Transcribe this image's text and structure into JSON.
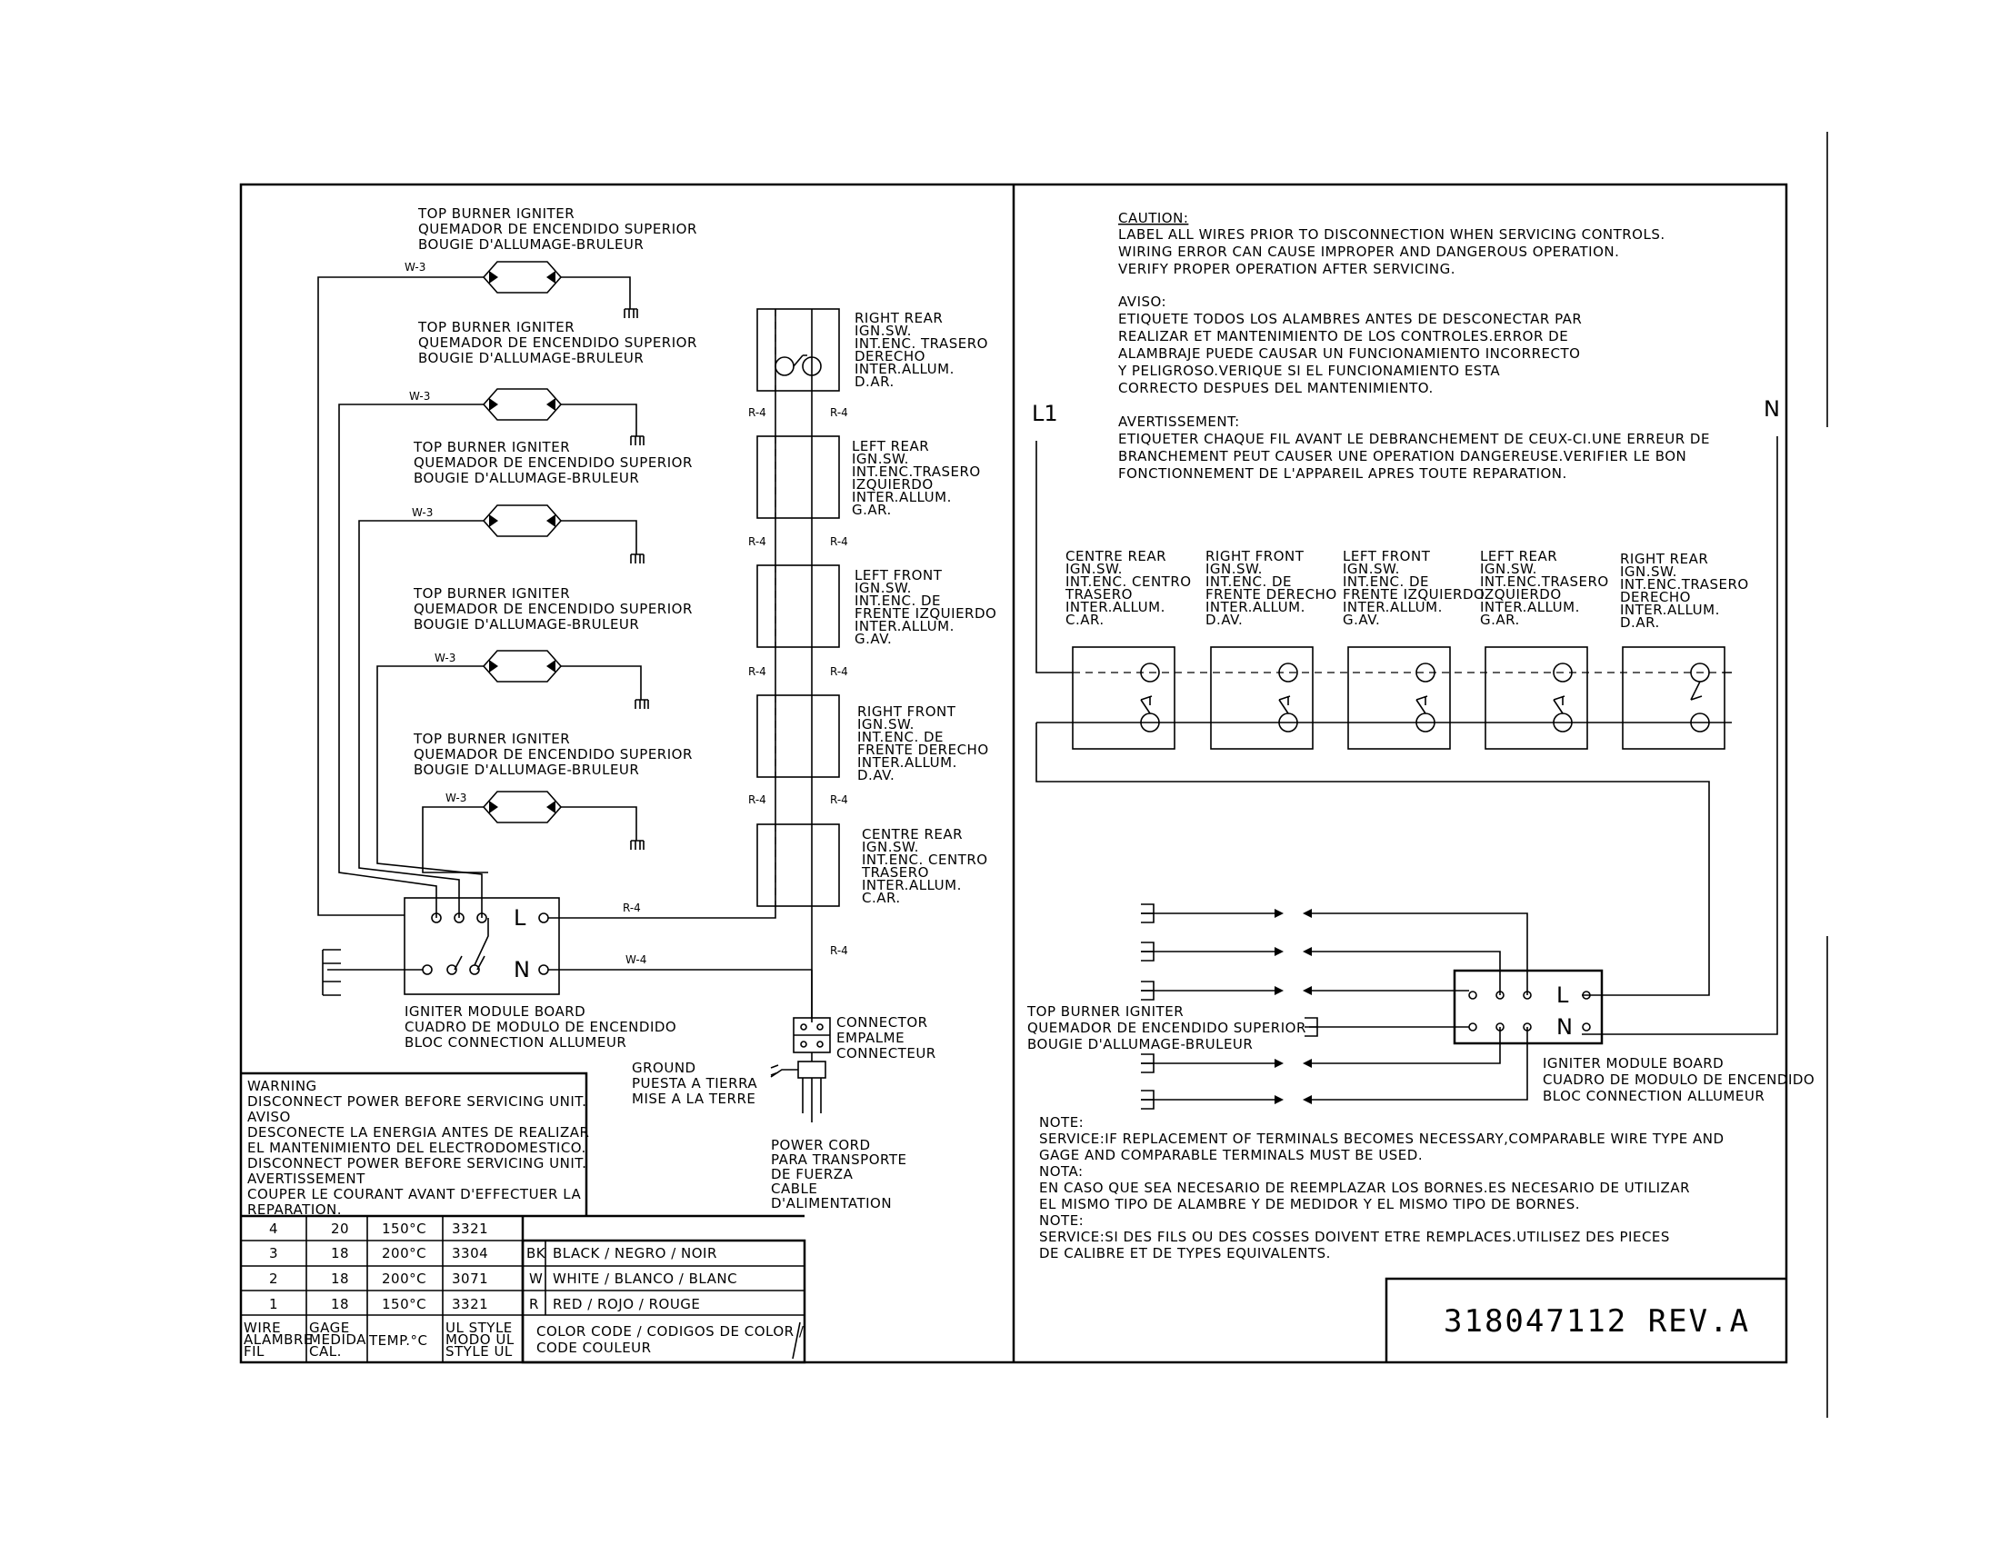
{
  "left": {
    "igniters": [
      {
        "lines": [
          "TOP BURNER IGNITER",
          "QUEMADOR DE ENCENDIDO SUPERIOR",
          "BOUGIE D'ALLUMAGE-BRULEUR"
        ],
        "wire": "W-3"
      },
      {
        "lines": [
          "TOP BURNER IGNITER",
          "QUEMADOR DE ENCENDIDO SUPERIOR",
          "BOUGIE D'ALLUMAGE-BRULEUR"
        ],
        "wire": "W-3"
      },
      {
        "lines": [
          "TOP BURNER IGNITER",
          "QUEMADOR DE ENCENDIDO SUPERIOR",
          "BOUGIE D'ALLUMAGE-BRULEUR"
        ],
        "wire": "W-3"
      },
      {
        "lines": [
          "TOP BURNER IGNITER",
          "QUEMADOR DE ENCENDIDO SUPERIOR",
          "BOUGIE D'ALLUMAGE-BRULEUR"
        ],
        "wire": "W-3"
      },
      {
        "lines": [
          "TOP BURNER IGNITER",
          "QUEMADOR DE ENCENDIDO SUPERIOR",
          "BOUGIE D'ALLUMAGE-BRULEUR"
        ],
        "wire": "W-3"
      }
    ],
    "switches": [
      {
        "lines": [
          "RIGHT REAR",
          "IGN.SW.",
          "INT.ENC. TRASERO",
          "DERECHO",
          "INTER.ALLUM.",
          "D.AR."
        ]
      },
      {
        "lines": [
          "LEFT REAR",
          "IGN.SW.",
          "INT.ENC.TRASERO",
          "IZQUIERDO",
          "INTER.ALLUM.",
          "G.AR."
        ]
      },
      {
        "lines": [
          "LEFT FRONT",
          "IGN.SW.",
          "INT.ENC.  DE",
          "FRENTE IZQUIERDO",
          "INTER.ALLUM.",
          "G.AV."
        ]
      },
      {
        "lines": [
          "RIGHT FRONT",
          "IGN.SW.",
          "INT.ENC.  DE",
          "FRENTE DERECHO",
          "INTER.ALLUM.",
          "D.AV."
        ]
      },
      {
        "lines": [
          "CENTRE REAR",
          "IGN.SW.",
          "INT.ENC.  CENTRO",
          "TRASERO",
          "INTER.ALLUM.",
          "C.AR."
        ]
      }
    ],
    "wire_r4": "R-4",
    "wire_w4": "W-4",
    "module_l": "L",
    "module_n": "N",
    "module_lines": [
      "IGNITER MODULE BOARD",
      "CUADRO DE MODULO DE ENCENDIDO",
      "BLOC CONNECTION ALLUMEUR"
    ],
    "connector_lines": [
      "CONNECTOR",
      "EMPALME",
      "CONNECTEUR"
    ],
    "ground_lines": [
      "GROUND",
      "PUESTA A TIERRA",
      "MISE A LA TERRE"
    ],
    "cord_lines": [
      "POWER CORD",
      "PARA TRANSPORTE",
      "DE FUERZA",
      "CABLE",
      "D'ALIMENTATION"
    ],
    "warning_lines": [
      "WARNING",
      "DISCONNECT POWER BEFORE SERVICING UNIT.",
      "AVISO",
      "DESCONECTE LA ENERGIA ANTES DE REALIZAR",
      "EL MANTENIMIENTO DEL ELECTRODOMESTICO.",
      "DISCONNECT POWER BEFORE SERVICING UNIT.",
      "AVERTISSEMENT",
      "COUPER LE COURANT AVANT D'EFFECTUER LA",
      "REPARATION."
    ],
    "wire_table": {
      "rows": [
        [
          "4",
          "20",
          "150°C",
          "3321"
        ],
        [
          "3",
          "18",
          "200°C",
          "3304"
        ],
        [
          "2",
          "18",
          "200°C",
          "3071"
        ],
        [
          "1",
          "18",
          "150°C",
          "3321"
        ]
      ],
      "headers": [
        [
          "WIRE",
          "ALAMBRE",
          "FIL"
        ],
        [
          "GAGE",
          "MEDIDA",
          "CAL."
        ],
        [
          "TEMP.°C"
        ],
        [
          "UL STYLE",
          "MODO UL",
          "STYLE UL"
        ]
      ]
    },
    "color_code": {
      "rows": [
        [
          "BK",
          "BLACK /  NEGRO / NOIR"
        ],
        [
          "W",
          "WHITE / BLANCO / BLANC"
        ],
        [
          "R",
          "RED / ROJO / ROUGE"
        ]
      ],
      "header_lines": [
        "COLOR CODE / CODIGOS DE COLOR /",
        "CODE COULEUR"
      ]
    }
  },
  "right": {
    "caution_title": "CAUTION:",
    "caution_lines": [
      "LABEL ALL WIRES PRIOR TO DISCONNECTION WHEN SERVICING CONTROLS.",
      "WIRING ERROR CAN CAUSE IMPROPER AND DANGEROUS OPERATION.",
      "VERIFY PROPER OPERATION AFTER SERVICING."
    ],
    "aviso_title": "AVISO:",
    "aviso_lines": [
      "ETIQUETE TODOS LOS ALAMBRES ANTES DE DESCONECTAR PAR",
      "REALIZAR ET MANTENIMIENTO DE LOS CONTROLES.ERROR DE",
      "ALAMBRAJE PUEDE CAUSAR UN FUNCIONAMIENTO INCORRECTO",
      "Y PELIGROSO.VERIQUE SI EL FUNCIONAMIENTO ESTA",
      "CORRECTO DESPUES DEL MANTENIMIENTO."
    ],
    "avert_title": "AVERTISSEMENT:",
    "avert_lines": [
      "ETIQUETER CHAQUE FIL AVANT LE DEBRANCHEMENT DE CEUX-CI.UNE ERREUR DE",
      "BRANCHEMENT PEUT CAUSER UNE OPERATION DANGEREUSE.VERIFIER LE BON",
      "FONCTIONNEMENT DE L'APPAREIL APRES TOUTE REPARATION."
    ],
    "l1": "L1",
    "n": "N",
    "switches": [
      {
        "lines": [
          "CENTRE REAR",
          "IGN.SW.",
          "INT.ENC. CENTRO",
          "TRASERO",
          "INTER.ALLUM.",
          "C.AR."
        ]
      },
      {
        "lines": [
          "RIGHT FRONT",
          "IGN.SW.",
          "INT.ENC. DE",
          "FRENTE DERECHO",
          "INTER.ALLUM.",
          "D.AV."
        ]
      },
      {
        "lines": [
          "LEFT FRONT",
          "IGN.SW.",
          "INT.ENC. DE",
          "FRENTE IZQUIERDO",
          "INTER.ALLUM.",
          "G.AV."
        ]
      },
      {
        "lines": [
          "LEFT REAR",
          "IGN.SW.",
          "INT.ENC.TRASERO",
          "IZQUIERDO",
          "INTER.ALLUM.",
          "G.AR."
        ]
      },
      {
        "lines": [
          "RIGHT REAR",
          "IGN.SW.",
          "INT.ENC.TRASERO",
          "DERECHO",
          "INTER.ALLUM.",
          "D.AR."
        ]
      }
    ],
    "module_l": "L",
    "module_n": "N",
    "igniter_lines": [
      "TOP BURNER IGNITER",
      "QUEMADOR DE ENCENDIDO SUPERIOR",
      "BOUGIE D'ALLUMAGE-BRULEUR"
    ],
    "module_lines": [
      "IGNITER MODULE BOARD",
      "CUADRO DE MODULO DE ENCENDIDO",
      "BLOC CONNECTION ALLUMEUR"
    ],
    "note_lines": [
      "NOTE:",
      "SERVICE:IF REPLACEMENT OF TERMINALS BECOMES NECESSARY,COMPARABLE WIRE TYPE AND",
      "GAGE AND COMPARABLE TERMINALS MUST BE USED.",
      "NOTA:",
      "EN CASO QUE SEA NECESARIO DE REEMPLAZAR LOS BORNES.ES NECESARIO DE UTILIZAR",
      "EL MISMO TIPO DE ALAMBRE Y DE MEDIDOR Y EL MISMO TIPO DE BORNES.",
      "NOTE:",
      "SERVICE:SI DES FILS OU DES COSSES DOIVENT ETRE REMPLACES.UTILISEZ DES PIECES",
      "DE CALIBRE ET DE TYPES EQUIVALENTS."
    ],
    "part_number": "318047112 REV.A"
  }
}
